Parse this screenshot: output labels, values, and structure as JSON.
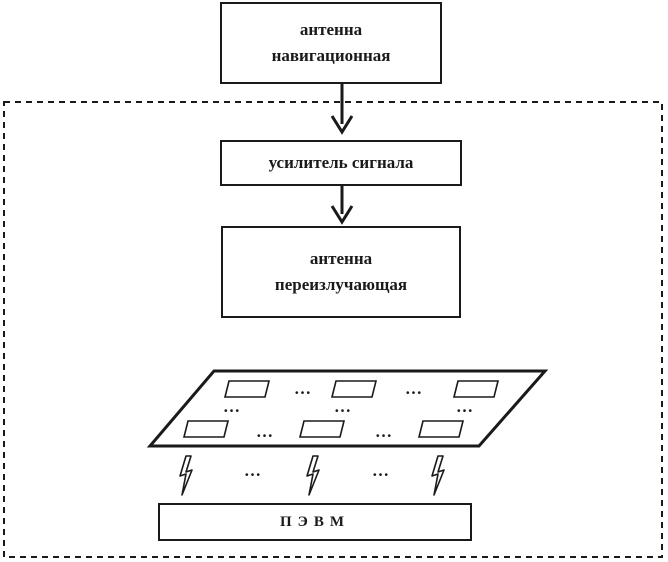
{
  "blocks": {
    "nav_antenna": {
      "line1": "антенна",
      "line2": "навигационная"
    },
    "amplifier": {
      "label": "усилитель сигнала"
    },
    "reradiating_antenna": {
      "line1": "антенна",
      "line2": "переизлучающая"
    },
    "pc": {
      "label": "ПЭВМ"
    }
  },
  "panel": {
    "ellipsis": "…"
  },
  "links": {
    "ellipsis": "…"
  },
  "colors": {
    "stroke": "#1a1a1a",
    "background": "#ffffff"
  },
  "icons": {
    "link": "lightning-bolt-icon",
    "arrow": "arrow-down-icon"
  }
}
